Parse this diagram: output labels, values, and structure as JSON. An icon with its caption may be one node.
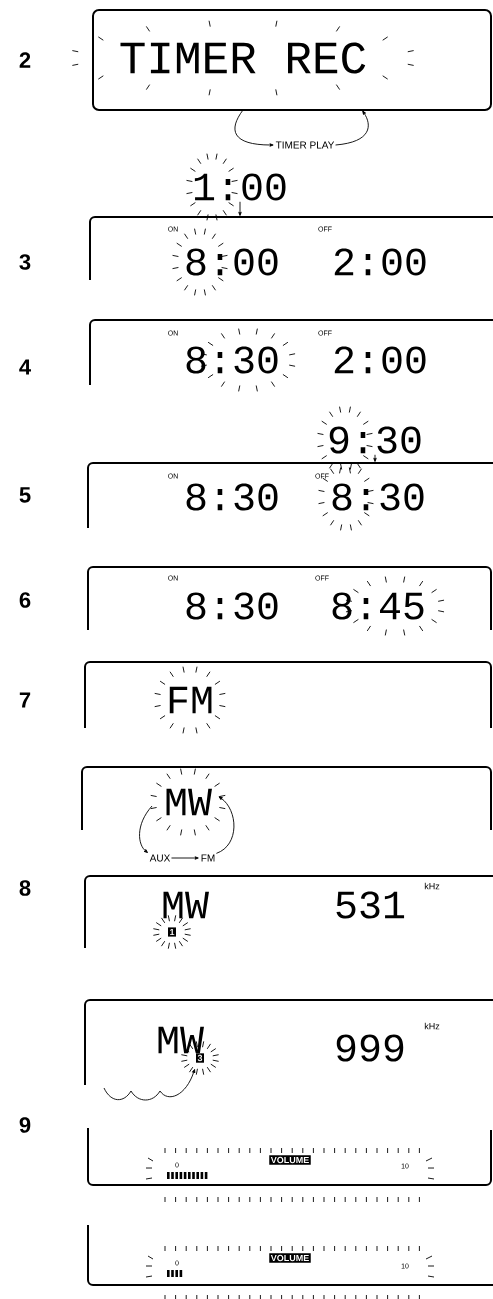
{
  "diagram": {
    "nodes": [
      {
        "text": [
          "TIMER REC"
        ]
      },
      {
        "text": [
          "TIMER PLAY"
        ]
      },
      {
        "text": [
          "1:00"
        ]
      },
      {
        "text": [
          "ON",
          "8:00",
          "OFF",
          "2:00"
        ]
      },
      {
        "text": [
          "ON",
          "8:30",
          "OFF",
          "2:00"
        ]
      },
      {
        "text": [
          "9:30"
        ]
      },
      {
        "text": [
          "ON",
          "8:30",
          "OFF",
          "8:30"
        ]
      },
      {
        "text": [
          "ON",
          "8:30",
          "OFF",
          "8:45"
        ]
      },
      {
        "text": [
          "FM"
        ]
      },
      {
        "text": [
          "MW"
        ]
      },
      {
        "text": [
          "AUX"
        ]
      },
      {
        "text": [
          "FM"
        ]
      },
      {
        "text": [
          "MW",
          "1",
          "531",
          "kHz"
        ]
      },
      {
        "text": [
          "MW",
          "3",
          "999",
          "kHz"
        ]
      },
      {
        "text": [
          "0",
          "VOLUME",
          "10"
        ]
      },
      {
        "text": [
          "0",
          "VOLUME",
          "10"
        ]
      }
    ],
    "edges": [
      {
        "from": 0,
        "to": 1,
        "arrow": "to"
      },
      {
        "from": 1,
        "to": 0,
        "arrow": "to"
      },
      {
        "from": 2,
        "to": 3,
        "arrow": "to"
      },
      {
        "from": 5,
        "to": 6,
        "arrow": "to"
      },
      {
        "from": 9,
        "to": 10,
        "arrow": "to"
      },
      {
        "from": 10,
        "to": 11,
        "arrow": "to"
      },
      {
        "from": 11,
        "to": 9,
        "arrow": "to"
      },
      {
        "from": null,
        "to": 13,
        "arrow": "to"
      }
    ],
    "labels": [
      "2",
      "3",
      "4",
      "5",
      "6",
      "7",
      "8",
      "9"
    ]
  }
}
